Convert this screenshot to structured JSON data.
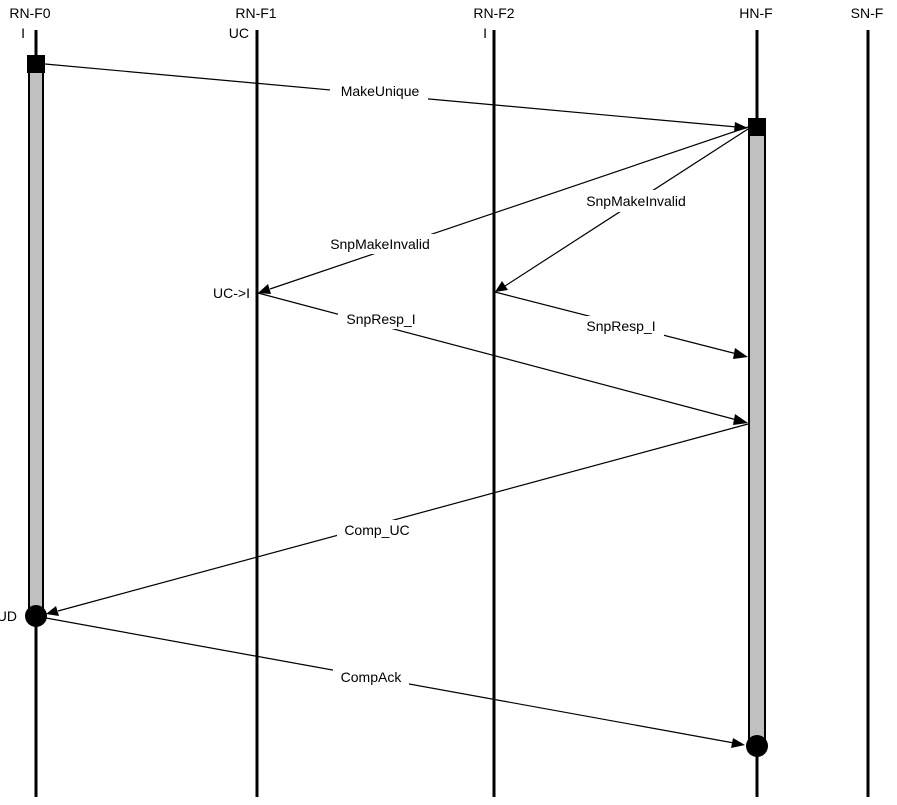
{
  "participants": [
    {
      "id": "rnf0",
      "name": "RN-F0",
      "state": "I"
    },
    {
      "id": "rnf1",
      "name": "RN-F1",
      "state": "UC"
    },
    {
      "id": "rnf2",
      "name": "RN-F2",
      "state": "I"
    },
    {
      "id": "hnf",
      "name": "HN-F",
      "state": ""
    },
    {
      "id": "snf",
      "name": "SN-F",
      "state": ""
    }
  ],
  "messages": [
    {
      "id": "msg-makeunique",
      "label": "MakeUnique",
      "from": "RN-F0",
      "to": "HN-F"
    },
    {
      "id": "msg-snpmakeinvalid-rnf1",
      "label": "SnpMakeInvalid",
      "from": "HN-F",
      "to": "RN-F1"
    },
    {
      "id": "msg-snpmakeinvalid-rnf2",
      "label": "SnpMakeInvalid",
      "from": "HN-F",
      "to": "RN-F2"
    },
    {
      "id": "msg-snpresp-rnf1",
      "label": "SnpResp_I",
      "from": "RN-F1",
      "to": "HN-F"
    },
    {
      "id": "msg-snpresp-rnf2",
      "label": "SnpResp_I",
      "from": "RN-F2",
      "to": "HN-F"
    },
    {
      "id": "msg-comp-uc",
      "label": "Comp_UC",
      "from": "HN-F",
      "to": "RN-F0"
    },
    {
      "id": "msg-compack",
      "label": "CompAck",
      "from": "RN-F0",
      "to": "HN-F"
    }
  ],
  "state_changes": [
    {
      "id": "state-rnf1-transition",
      "participant": "RN-F1",
      "text": "UC->I"
    },
    {
      "id": "state-rnf0-final",
      "participant": "RN-F0",
      "text": "UD"
    }
  ]
}
